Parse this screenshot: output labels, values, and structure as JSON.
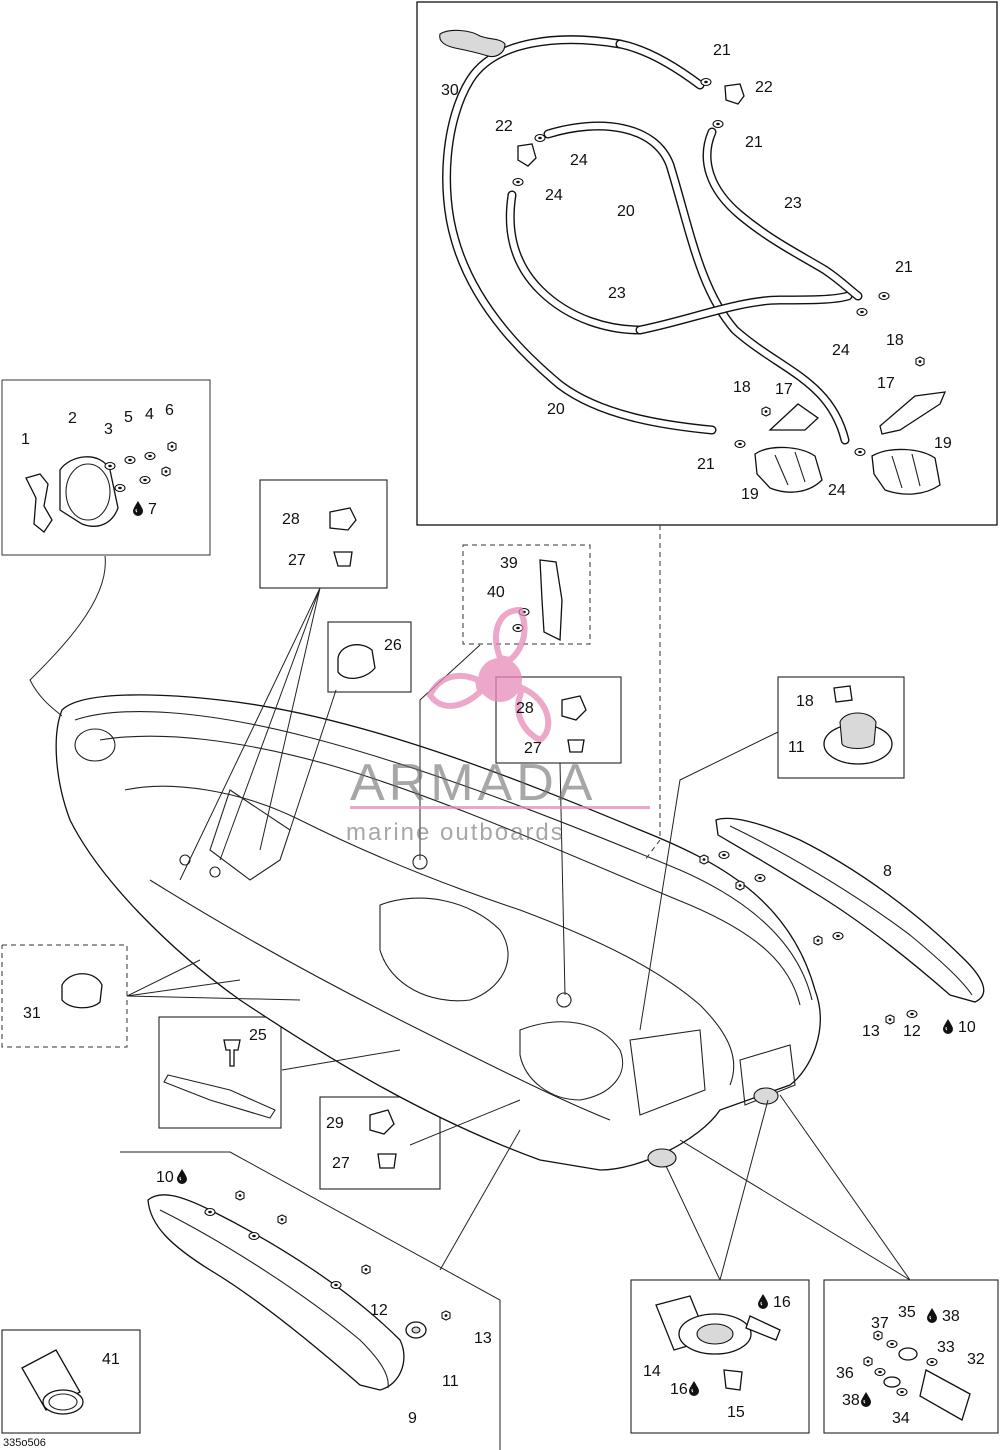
{
  "watermark": {
    "brand": "ARMADA",
    "tagline": "marine outboards",
    "accent_color": "#e68ab8"
  },
  "diagram_ref": "335o506",
  "callouts": [
    {
      "id": "c-30",
      "text": "30"
    },
    {
      "id": "c-21a",
      "text": "21"
    },
    {
      "id": "c-22a",
      "text": "22"
    },
    {
      "id": "c-21b",
      "text": "21"
    },
    {
      "id": "c-22b",
      "text": "22"
    },
    {
      "id": "c-24a",
      "text": "24"
    },
    {
      "id": "c-24b",
      "text": "24"
    },
    {
      "id": "c-20a",
      "text": "20"
    },
    {
      "id": "c-23a",
      "text": "23"
    },
    {
      "id": "c-21c",
      "text": "21"
    },
    {
      "id": "c-23b",
      "text": "23"
    },
    {
      "id": "c-24c",
      "text": "24"
    },
    {
      "id": "c-18a",
      "text": "18"
    },
    {
      "id": "c-20b",
      "text": "20"
    },
    {
      "id": "c-18b",
      "text": "18"
    },
    {
      "id": "c-17a",
      "text": "17"
    },
    {
      "id": "c-17b",
      "text": "17"
    },
    {
      "id": "c-19a",
      "text": "19"
    },
    {
      "id": "c-21d",
      "text": "21"
    },
    {
      "id": "c-24d",
      "text": "24"
    },
    {
      "id": "c-19b",
      "text": "19"
    },
    {
      "id": "c-1",
      "text": "1"
    },
    {
      "id": "c-2",
      "text": "2"
    },
    {
      "id": "c-3",
      "text": "3"
    },
    {
      "id": "c-5",
      "text": "5"
    },
    {
      "id": "c-4",
      "text": "4"
    },
    {
      "id": "c-6",
      "text": "6"
    },
    {
      "id": "c-7",
      "text": "7"
    },
    {
      "id": "c-28a",
      "text": "28"
    },
    {
      "id": "c-27a",
      "text": "27"
    },
    {
      "id": "c-39",
      "text": "39"
    },
    {
      "id": "c-40",
      "text": "40"
    },
    {
      "id": "c-26",
      "text": "26"
    },
    {
      "id": "c-28b",
      "text": "28"
    },
    {
      "id": "c-27b",
      "text": "27"
    },
    {
      "id": "c-18c",
      "text": "18"
    },
    {
      "id": "c-11a",
      "text": "11"
    },
    {
      "id": "c-8",
      "text": "8"
    },
    {
      "id": "c-13a",
      "text": "13"
    },
    {
      "id": "c-12a",
      "text": "12"
    },
    {
      "id": "c-10a",
      "text": "10"
    },
    {
      "id": "c-31",
      "text": "31"
    },
    {
      "id": "c-25",
      "text": "25"
    },
    {
      "id": "c-29",
      "text": "29"
    },
    {
      "id": "c-27c",
      "text": "27"
    },
    {
      "id": "c-10b",
      "text": "10"
    },
    {
      "id": "c-12b",
      "text": "12"
    },
    {
      "id": "c-13b",
      "text": "13"
    },
    {
      "id": "c-11b",
      "text": "11"
    },
    {
      "id": "c-9",
      "text": "9"
    },
    {
      "id": "c-41",
      "text": "41"
    },
    {
      "id": "c-16a",
      "text": "16"
    },
    {
      "id": "c-14",
      "text": "14"
    },
    {
      "id": "c-16b",
      "text": "16"
    },
    {
      "id": "c-15",
      "text": "15"
    },
    {
      "id": "c-37",
      "text": "37"
    },
    {
      "id": "c-35",
      "text": "35"
    },
    {
      "id": "c-38a",
      "text": "38"
    },
    {
      "id": "c-33",
      "text": "33"
    },
    {
      "id": "c-32",
      "text": "32"
    },
    {
      "id": "c-36",
      "text": "36"
    },
    {
      "id": "c-38b",
      "text": "38"
    },
    {
      "id": "c-34",
      "text": "34"
    }
  ]
}
